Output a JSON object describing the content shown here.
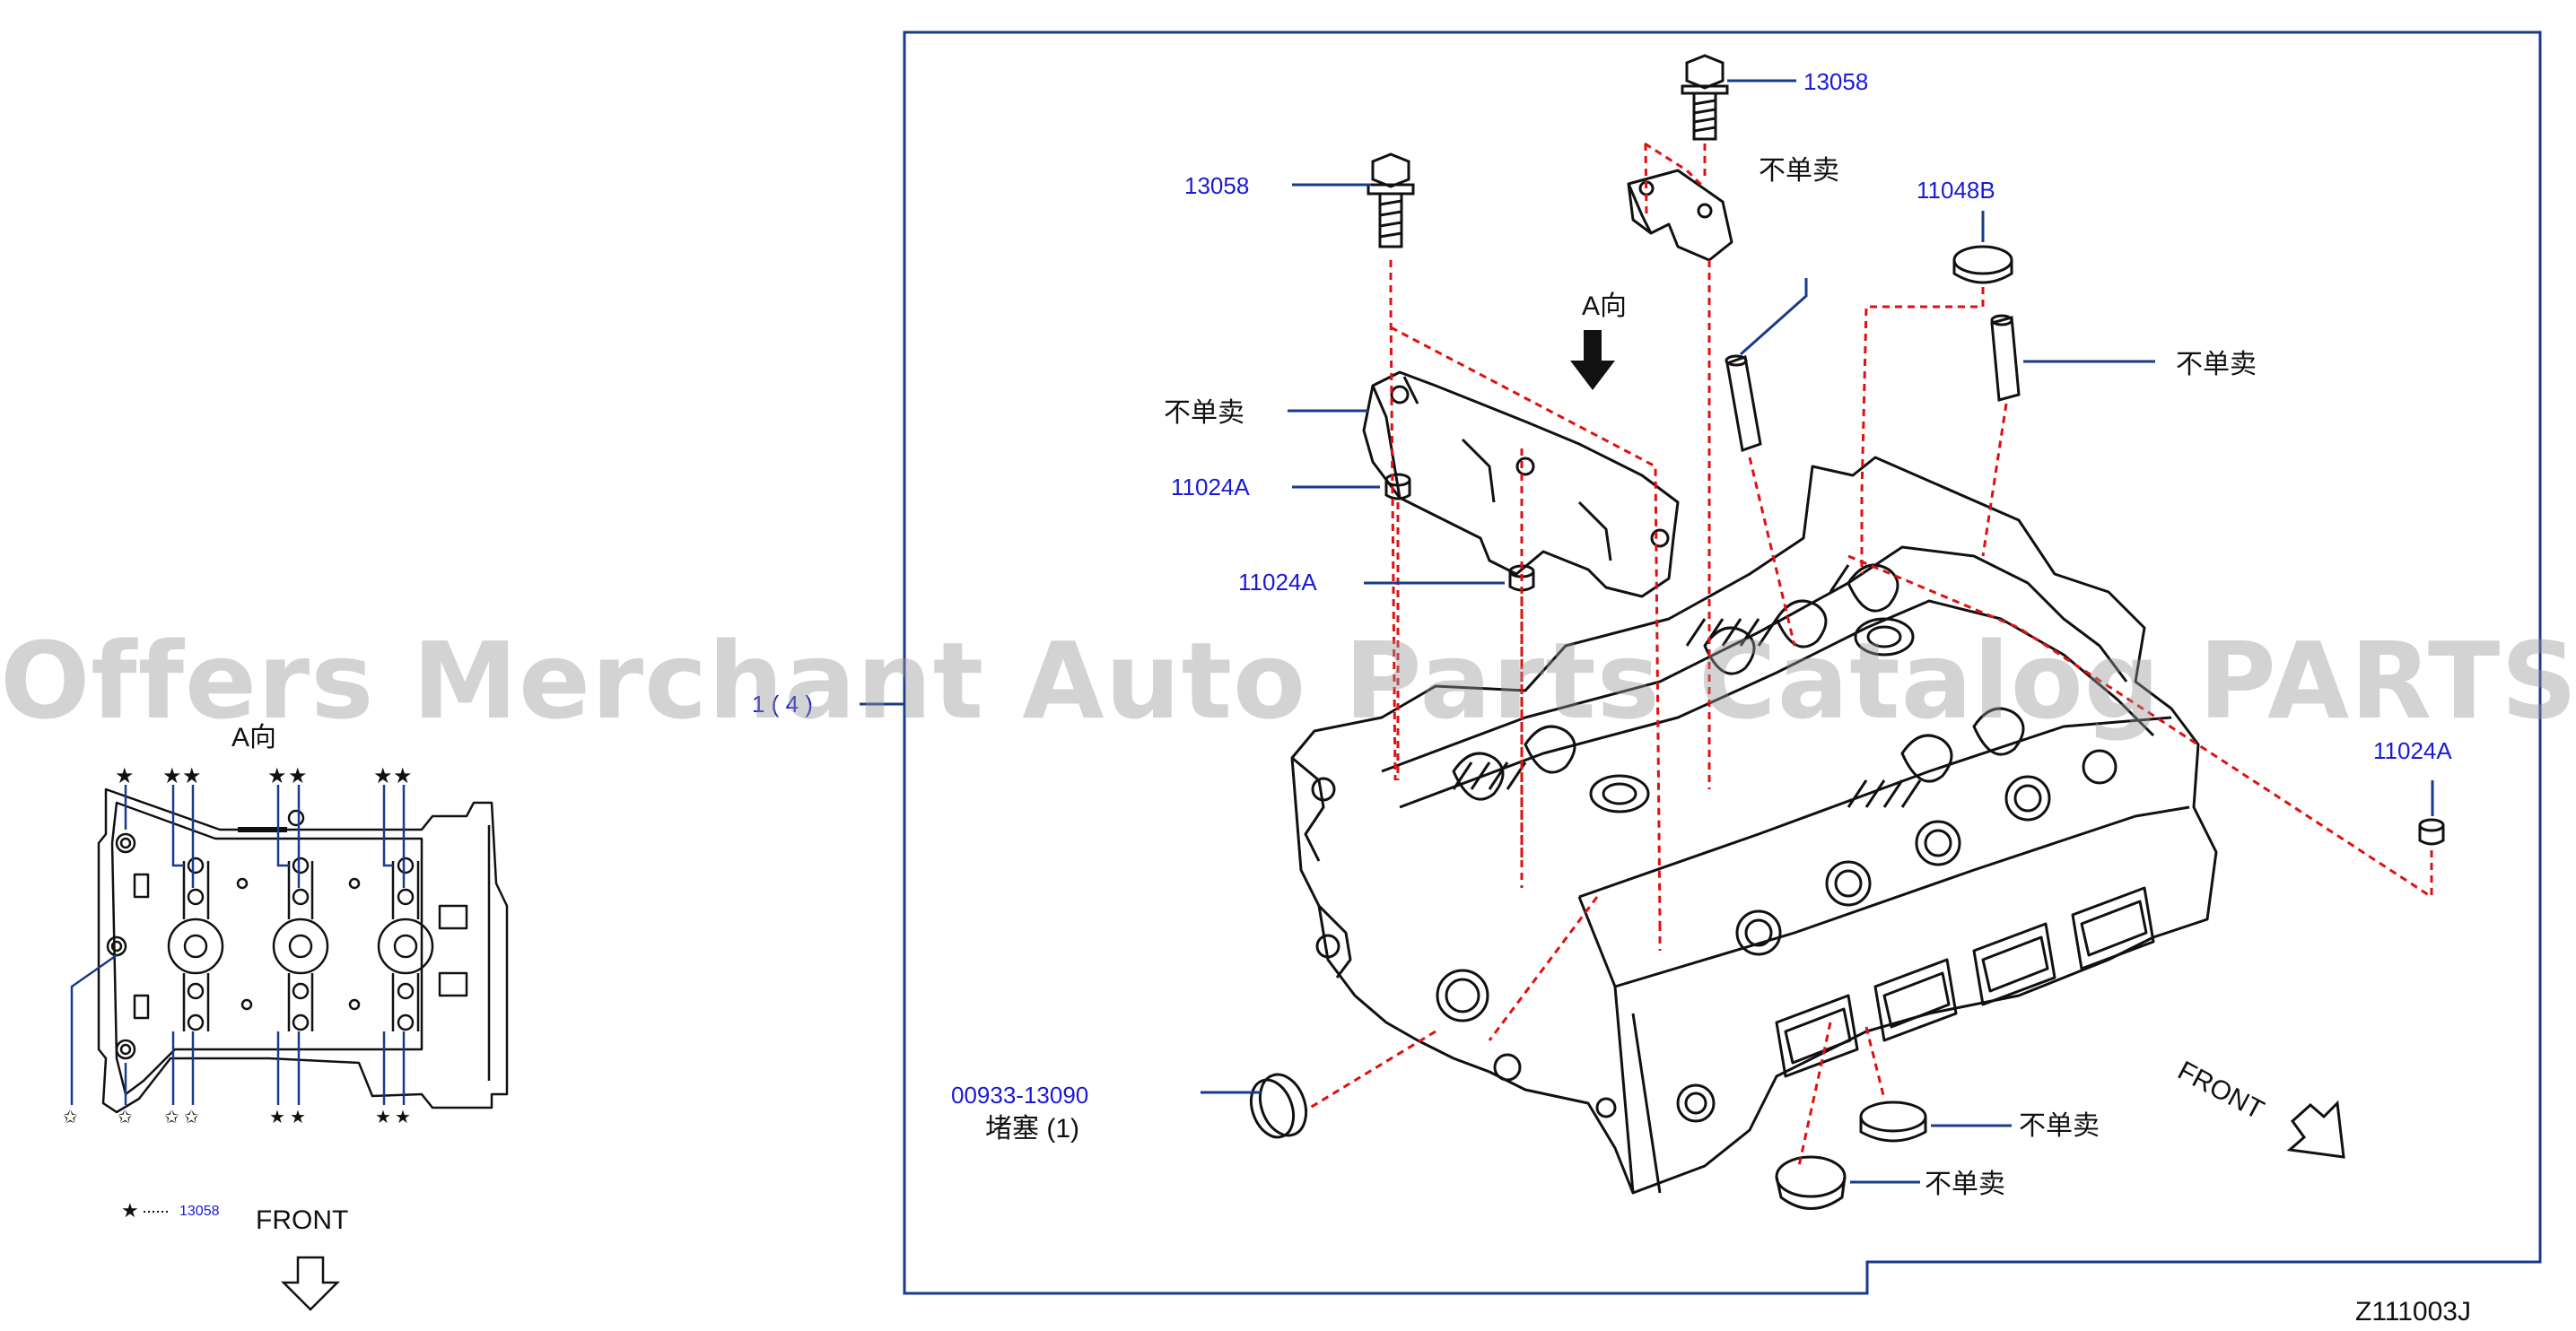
{
  "watermark": "Offers Merchant Auto Parts Catalog PARTSTORE.SA",
  "diagram_code": "Z111003J",
  "parts": {
    "bolt_top_right": "13058",
    "bolt_top_left": "13058",
    "ring_11048b": "11048B",
    "dowel_1": "11024A",
    "dowel_2": "11024A",
    "dowel_3": "11024A",
    "plug_number": "00933-13090",
    "plug_name": "堵塞 (1)",
    "cylinder_head": "1 ( 4 )"
  },
  "notes": {
    "not_sold_separately": "不单卖",
    "view_a": "A向",
    "front": "FRONT"
  },
  "legend": {
    "star_part": "13058"
  },
  "colors": {
    "frame": "#1a3a8a",
    "leader": "#1a3a8a",
    "label_blue": "#1a1ad6",
    "dashed": "#e01010",
    "ink": "#111111"
  }
}
